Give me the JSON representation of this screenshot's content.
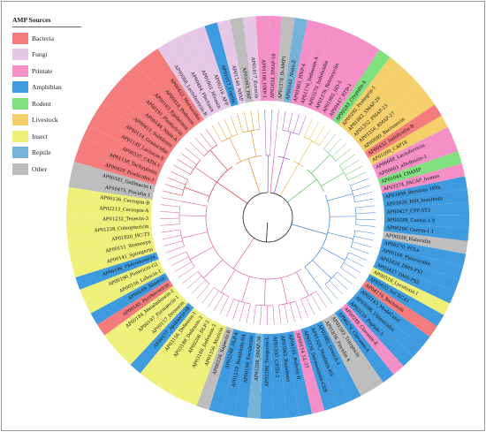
{
  "legend": {
    "title": "AMP Sources",
    "items": [
      {
        "label": "Bacteria",
        "color": "#f47c7c"
      },
      {
        "label": "Fungi",
        "color": "#e6c8e6"
      },
      {
        "label": "Primate",
        "color": "#f48fc7"
      },
      {
        "label": "Amphibian",
        "color": "#3f9be0"
      },
      {
        "label": "Rodent",
        "color": "#7fe07f"
      },
      {
        "label": "Livestock",
        "color": "#f5d06a"
      },
      {
        "label": "Insect",
        "color": "#eef07a"
      },
      {
        "label": "Reptile",
        "color": "#77b2d8"
      },
      {
        "label": "Other",
        "color": "#bdbdbd"
      }
    ]
  },
  "leaves": [
    {
      "label": "AP01378_Ib-AMP1",
      "source": "Other",
      "clade": "pink"
    },
    {
      "label": "AP00345_Nisin-Z",
      "source": "Reptile",
      "clade": "purple"
    },
    {
      "label": "AP01063_HNP-4",
      "source": "Primate",
      "clade": "purple"
    },
    {
      "label": "AP01176_Defensin-A",
      "source": "Primate",
      "clade": "purple"
    },
    {
      "label": "AP03278_Indolicidin",
      "source": "Primate",
      "clade": "purple"
    },
    {
      "label": "AP01376_Retrocyclin",
      "source": "Primate",
      "clade": "yellow"
    },
    {
      "label": "AP01965_HD-5",
      "source": "Primate",
      "clade": "yellow"
    },
    {
      "label": "AP00447_RTD-1",
      "source": "Primate",
      "clade": "yellow"
    },
    {
      "label": "AP00283_Cryptdin-4",
      "source": "Rodent",
      "clade": "yellow"
    },
    {
      "label": "AP00292_Protegrin-1",
      "source": "Livestock",
      "clade": "green"
    },
    {
      "label": "AP01082_SMAP-29",
      "source": "Livestock",
      "clade": "green"
    },
    {
      "label": "AP01352_PMAP-23",
      "source": "Livestock",
      "clade": "green"
    },
    {
      "label": "AP01256_BMAP-27",
      "source": "Livestock",
      "clade": "green"
    },
    {
      "label": "AP00089_Bactenecin",
      "source": "Livestock",
      "clade": "green"
    },
    {
      "label": "AP00432_Indolicidin-B",
      "source": "Bacteria",
      "clade": "green"
    },
    {
      "label": "AP01099_CAP18",
      "source": "Livestock",
      "clade": "green"
    },
    {
      "label": "AP00088_Lactoferricin",
      "source": "Primate",
      "clade": "green"
    },
    {
      "label": "AP00003_aDefensin-1",
      "source": "Primate",
      "clade": "blue"
    },
    {
      "label": "AP01044_CRAMP",
      "source": "Rodent",
      "clade": "blue"
    },
    {
      "label": "AP03374_PACAP_human",
      "source": "Primate",
      "clade": "blue"
    },
    {
      "label": "AP03498_Brevinin-1BYa",
      "source": "Amphibian",
      "clade": "blue"
    },
    {
      "label": "AP03426_BHI_bombinin",
      "source": "Amphibian",
      "clade": "blue"
    },
    {
      "label": "AP00427_CPF-ST3",
      "source": "Amphibian",
      "clade": "blue"
    },
    {
      "label": "AP00288_Caerin-1.9",
      "source": "Amphibian",
      "clade": "blue"
    },
    {
      "label": "AP00286_Caerin-1.1",
      "source": "Amphibian",
      "clade": "blue"
    },
    {
      "label": "AP00538_Halocidin",
      "source": "Other",
      "clade": "blue"
    },
    {
      "label": "AP00270_PGLa",
      "source": "Amphibian",
      "clade": "blue"
    },
    {
      "label": "AP00166_Pleurocidin",
      "source": "Amphibian",
      "clade": "blue"
    },
    {
      "label": "AP03426_DMS-PS1",
      "source": "Amphibian",
      "clade": "blue"
    },
    {
      "label": "AP03427_DMS-PS2",
      "source": "Amphibian",
      "clade": "blue"
    },
    {
      "label": "AP00516_Lycotoxin I",
      "source": "Insect",
      "clade": "blue"
    },
    {
      "label": "AP02032_hsCECA1",
      "source": "Amphibian",
      "clade": "blue"
    },
    {
      "label": "AP04174_Bactracin",
      "source": "Bacteria",
      "clade": "blue"
    },
    {
      "label": "AP03143_ModeCatel",
      "source": "Amphibian",
      "clade": "blue"
    },
    {
      "label": "AP03096_Ubiquicidin",
      "source": "Amphibian",
      "clade": "blue"
    },
    {
      "label": "AP03139_Peptide 5",
      "source": "Amphibian",
      "clade": "blue"
    },
    {
      "label": "AP00288_Clavanin-E",
      "source": "Primate",
      "clade": "blue"
    },
    {
      "label": "AP00276_Clavanin-A",
      "source": "Amphibian",
      "clade": "blue"
    },
    {
      "label": "AP01503_Tritrpticin",
      "source": "Other",
      "clade": "pink"
    },
    {
      "label": "AP01876_Piscidin 4",
      "source": "Other",
      "clade": "pink"
    },
    {
      "label": "AP01082_Oreoch-1",
      "source": "Amphibian",
      "clade": "pink"
    },
    {
      "label": "AP01326_Maximin-H5",
      "source": "Amphibian",
      "clade": "pink"
    },
    {
      "label": "AP01376_Dermaseptin-CEB",
      "source": "Amphibian",
      "clade": "pink"
    },
    {
      "label": "AP00154_LL-37",
      "source": "Primate",
      "clade": "pink"
    },
    {
      "label": "AP04101_Buforin-II",
      "source": "Amphibian",
      "clade": "pink"
    },
    {
      "label": "AP03562_Ranalexin",
      "source": "Amphibian",
      "clade": "pink"
    },
    {
      "label": "AP01207_CATH-2",
      "source": "Amphibian",
      "clade": "pink"
    },
    {
      "label": "AP03388_Temporin-L",
      "source": "Amphibian",
      "clade": "pink"
    },
    {
      "label": "AP01208_SMAP-34",
      "source": "Reptile",
      "clade": "pink"
    },
    {
      "label": "AP00190_Esculentin",
      "source": "Amphibian",
      "clade": "pink"
    },
    {
      "label": "AP01219_Bombinin-H4",
      "source": "Amphibian",
      "clade": "pink"
    },
    {
      "label": "AP02248_DLP-4",
      "source": "Amphibian",
      "clade": "pink"
    },
    {
      "label": "AP00226_Sapecin-B",
      "source": "Other",
      "clade": "pink"
    },
    {
      "label": "AP01356_Moricin",
      "source": "Insect",
      "clade": "pink"
    },
    {
      "label": "AP03186_Defensin-2",
      "source": "Insect",
      "clade": "pink"
    },
    {
      "label": "AP00206_DLP-2",
      "source": "Insect",
      "clade": "pink"
    },
    {
      "label": "AP03188_Defensin-3",
      "source": "Insect",
      "clade": "pink"
    },
    {
      "label": "AP03156_Defensin-1",
      "source": "Insect",
      "clade": "pink"
    },
    {
      "label": "AP00177_Apidaecin-IB",
      "source": "Amphibian",
      "clade": "pink"
    },
    {
      "label": "AP00157_Drosocin",
      "source": "Insect",
      "clade": "pink"
    },
    {
      "label": "AP00197_Formaecin-1",
      "source": "Insect",
      "clade": "pink"
    },
    {
      "label": "AP00184_Metalnikowin-2",
      "source": "Insect",
      "clade": "pink"
    },
    {
      "label": "AP00185_Pyrrhocoricin",
      "source": "Bacteria",
      "clade": "pink"
    },
    {
      "label": "AP00109_Abaecin",
      "source": "Amphibian",
      "clade": "pink"
    },
    {
      "label": "AP00156_Lebocin-1",
      "source": "Insect",
      "clade": "pink"
    },
    {
      "label": "AP00190_Ponericin-G1",
      "source": "Insect",
      "clade": "pink"
    },
    {
      "label": "AP00196_Pheromonicin",
      "source": "Amphibian",
      "clade": "pink"
    },
    {
      "label": "AP00141_Spinigerin",
      "source": "Insect",
      "clade": "pink"
    },
    {
      "label": "AP00151_Stomoxyn",
      "source": "Insect",
      "clade": "pink"
    },
    {
      "label": "AP01820_HC-T3",
      "source": "Insect",
      "clade": "pink"
    },
    {
      "label": "AP01228_Coleoptericin",
      "source": "Insect",
      "clade": "pink"
    },
    {
      "label": "AP01232_Tenecin-3",
      "source": "Insect",
      "clade": "pink"
    },
    {
      "label": "AP02213_Cecropin-A",
      "source": "Insect",
      "clade": "pink"
    },
    {
      "label": "AP00136_Cecropin-B",
      "source": "Insect",
      "clade": "pink"
    },
    {
      "label": "AP00475_Piscidin 1",
      "source": "Other",
      "clade": "pink"
    },
    {
      "label": "AP00581_Gallinacin-1",
      "source": "Other",
      "clade": "red"
    },
    {
      "label": "AP00829_Fowlicidin-1",
      "source": "Bacteria",
      "clade": "red"
    },
    {
      "label": "AP01158_Tachyplesin",
      "source": "Bacteria",
      "clade": "red"
    },
    {
      "label": "AP00537_CATH-1",
      "source": "Bacteria",
      "clade": "red"
    },
    {
      "label": "AP01149_Lactocin-S",
      "source": "Bacteria",
      "clade": "red"
    },
    {
      "label": "AP00114_Gramicidin",
      "source": "Bacteria",
      "clade": "red"
    },
    {
      "label": "AP00415_Subtilosin",
      "source": "Bacteria",
      "clade": "red"
    },
    {
      "label": "AP00184_Nisin-A",
      "source": "Bacteria",
      "clade": "red"
    },
    {
      "label": "AP00191_Plantaricin",
      "source": "Bacteria",
      "clade": "red"
    },
    {
      "label": "AP00183_Epidermin",
      "source": "Bacteria",
      "clade": "red"
    },
    {
      "label": "AP00416_Pediocin",
      "source": "Bacteria",
      "clade": "red"
    },
    {
      "label": "AP00422_Mersacidin",
      "source": "Bacteria",
      "clade": "red"
    },
    {
      "label": "AP00088_Lactoferricin-B",
      "source": "Fungi",
      "clade": "orange"
    },
    {
      "label": "AP00484_Plectasin",
      "source": "Fungi",
      "clade": "orange"
    },
    {
      "label": "AP01003_Micasin",
      "source": "Fungi",
      "clade": "orange"
    },
    {
      "label": "AP00218_AFP",
      "source": "Fungi",
      "clade": "orange"
    },
    {
      "label": "AP01017_Copsin",
      "source": "Amphibian",
      "clade": "orange"
    },
    {
      "label": "AP01148_NFAP",
      "source": "Fungi",
      "clade": "orange"
    },
    {
      "label": "AP01093_PAF",
      "source": "Other",
      "clade": "orange"
    },
    {
      "label": "AP01017_Eurocin",
      "source": "Fungi",
      "clade": "orange"
    },
    {
      "label": "AP01108_HNP-1",
      "source": "Primate",
      "clade": "purple"
    },
    {
      "label": "AP01034_SMAP-18",
      "source": "Primate",
      "clade": "purple"
    }
  ]
}
